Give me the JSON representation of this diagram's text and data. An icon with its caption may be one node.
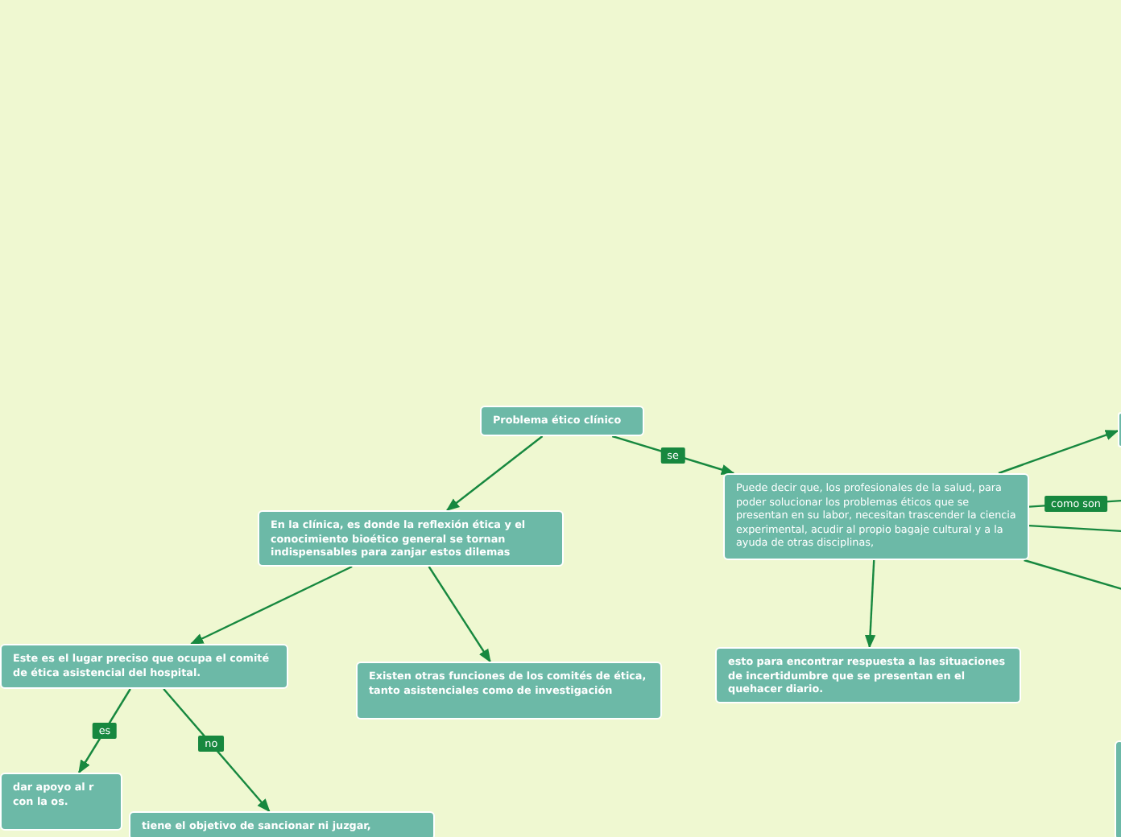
{
  "diagram": {
    "nodes": [
      {
        "text": [
          "Problema ético clínico"
        ]
      },
      {
        "text": [
          "Puede decir que, los profesionales de la salud, para poder solucionar los problemas éticos que se presentan en su labor, necesitan trascender la ciencia experimental, acudir al propio bagaje cultural y a la ayuda de otras disciplinas,"
        ]
      },
      {
        "text": [
          "En la clínica, es  donde la reflexión ética y el conocimiento bioético general se tornan indispensables para zanjar estos dilemas"
        ]
      },
      {
        "text": [
          "Este es el lugar preciso que ocupa el comité de ética asistencial del hospital."
        ]
      },
      {
        "text": [
          "Existen otras funciones de los comités de ética, tanto asistenciales como de investigación"
        ]
      },
      {
        "text": [
          "esto para encontrar respuesta a las situaciones de incertidumbre que se presentan en el quehacer diario."
        ]
      },
      {
        "text": [
          "dar apoyo al r con la os."
        ]
      },
      {
        "text": [
          "tiene  el objetivo de sancionar ni juzgar,"
        ]
      },
      {
        "text": [],
        "shape": "box"
      },
      {
        "text": [],
        "shape": "box"
      }
    ],
    "edges": [
      {
        "from": 0,
        "to": 1,
        "arrow": "to",
        "label": "se"
      },
      {
        "from": 0,
        "to": 2,
        "arrow": "to"
      },
      {
        "from": 2,
        "to": 3,
        "arrow": "to"
      },
      {
        "from": 2,
        "to": 4,
        "arrow": "to"
      },
      {
        "from": 3,
        "to": 6,
        "arrow": "to",
        "label": "es"
      },
      {
        "from": 3,
        "to": 7,
        "arrow": "to",
        "label": "no"
      },
      {
        "from": 1,
        "to": 5,
        "arrow": "to"
      },
      {
        "from": 1,
        "to": 8,
        "arrow": "to"
      },
      {
        "from": 1,
        "to": null,
        "arrow": "none",
        "label": "como son"
      },
      {
        "from": 1,
        "to": null,
        "arrow": "none"
      },
      {
        "from": 1,
        "to": null,
        "arrow": "none"
      }
    ]
  }
}
